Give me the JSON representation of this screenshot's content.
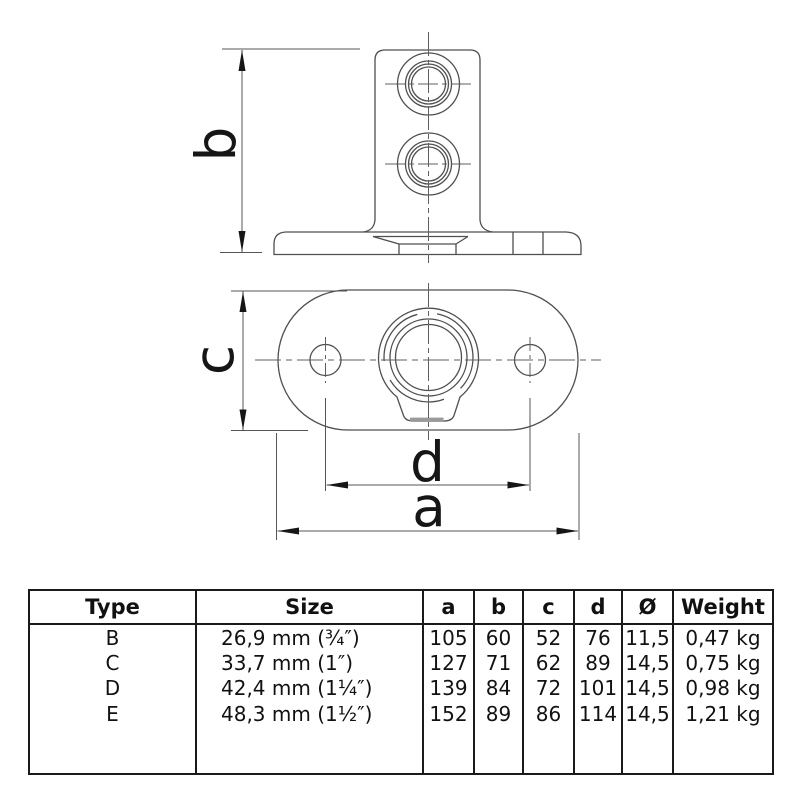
{
  "drawing": {
    "dimension_labels": {
      "b": "b",
      "c": "c",
      "d": "d",
      "a": "a"
    }
  },
  "table": {
    "headers": [
      "Type",
      "Size",
      "a",
      "b",
      "c",
      "d",
      "Ø",
      "Weight"
    ],
    "rows": [
      [
        "B",
        "26,9 mm (¾″)",
        "105",
        "60",
        "52",
        "76",
        "11,5",
        "0,47 kg"
      ],
      [
        "C",
        "33,7 mm (1″)",
        "127",
        "71",
        "62",
        "89",
        "14,5",
        "0,75 kg"
      ],
      [
        "D",
        "42,4 mm (1¼″)",
        "139",
        "84",
        "72",
        "101",
        "14,5",
        "0,98 kg"
      ],
      [
        "E",
        "48,3 mm (1½″)",
        "152",
        "89",
        "86",
        "114",
        "14,5",
        "1,21 kg"
      ]
    ]
  },
  "colors": {
    "outline": "#4f4f4f",
    "centerline": "#5f5f5f",
    "dimension": "#555555",
    "arrow_and_text": "#161616",
    "table_border": "#1a1a1a",
    "boss_foot_highlight": "#9a9a9a"
  }
}
